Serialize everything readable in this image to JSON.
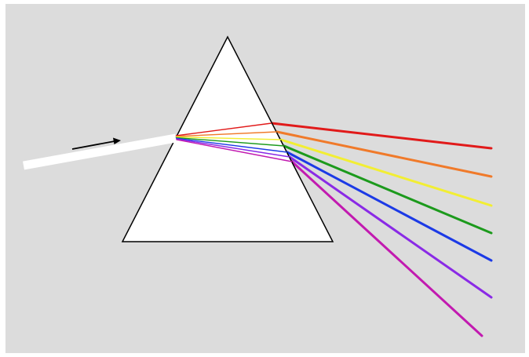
{
  "diagram": {
    "kind": "prism-light-dispersion",
    "background_color": "#dcdcdc",
    "frame_color": "#ffffff",
    "prism": {
      "fill": "#ffffff",
      "stroke": "#000000"
    },
    "incident_beam": {
      "color": "#ffffff"
    },
    "direction_arrow": {
      "icon": "arrow-right-icon",
      "color": "#000000"
    },
    "rays": [
      {
        "name": "red",
        "color": "#e11a1a"
      },
      {
        "name": "orange",
        "color": "#f07a2a"
      },
      {
        "name": "yellow",
        "color": "#f2ee33"
      },
      {
        "name": "green",
        "color": "#1c9a1c"
      },
      {
        "name": "blue",
        "color": "#1c3ae6"
      },
      {
        "name": "violet",
        "color": "#8a2ae6"
      },
      {
        "name": "purple",
        "color": "#c21ab0"
      }
    ]
  }
}
